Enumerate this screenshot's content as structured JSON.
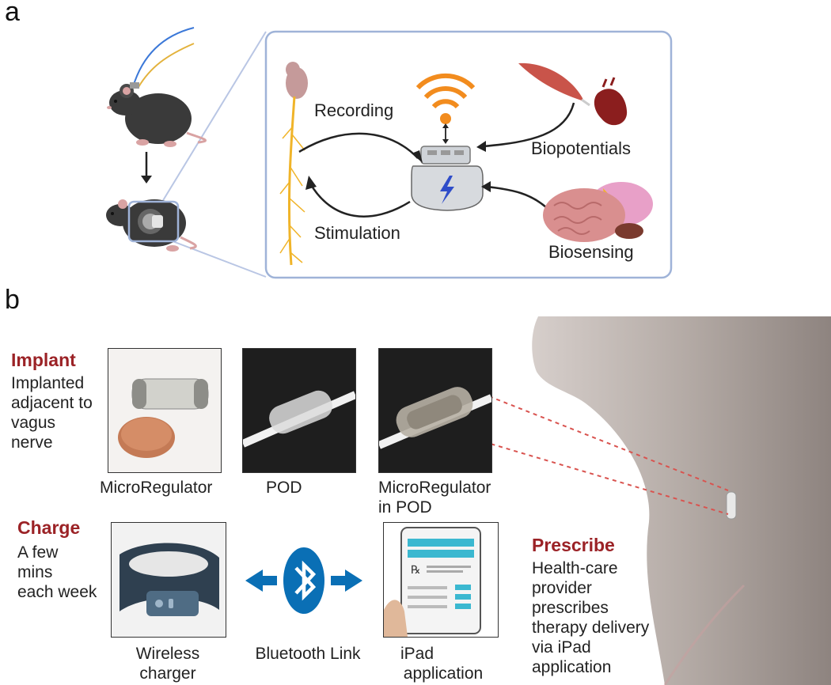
{
  "panel_a": {
    "letter": "a",
    "labels": {
      "recording": "Recording",
      "stimulation": "Stimulation",
      "biopotentials": "Biopotentials",
      "biosensing": "Biosensing"
    },
    "colors": {
      "frame": "#9fb3d8",
      "wifi": "#f28c1e",
      "nerve": "#f0b429",
      "bolt": "#2f4dc9",
      "mouse": "#3a3a3a"
    }
  },
  "panel_b": {
    "letter": "b",
    "implant": {
      "title": "Implant",
      "desc_lines": [
        "Implanted",
        "adjacent to",
        "vagus",
        "nerve"
      ]
    },
    "charge": {
      "title": "Charge",
      "desc_lines": [
        "A few",
        "mins",
        "each week"
      ]
    },
    "prescribe": {
      "title": "Prescribe",
      "desc_lines": [
        "Health-care",
        "provider",
        "prescribes",
        "therapy delivery",
        "via iPad",
        "application"
      ]
    },
    "captions": {
      "microregulator": "MicroRegulator",
      "pod": "POD",
      "microregulator_in_pod": [
        "MicroRegulator",
        "in POD"
      ],
      "wireless_charger": [
        "Wireless",
        "charger"
      ],
      "bluetooth_link": "Bluetooth Link",
      "ipad_application": [
        "iPad",
        "application"
      ]
    },
    "colors": {
      "heading": "#9b2226",
      "bluetooth": "#0a6fb5",
      "dashed": "#d9534f"
    }
  }
}
